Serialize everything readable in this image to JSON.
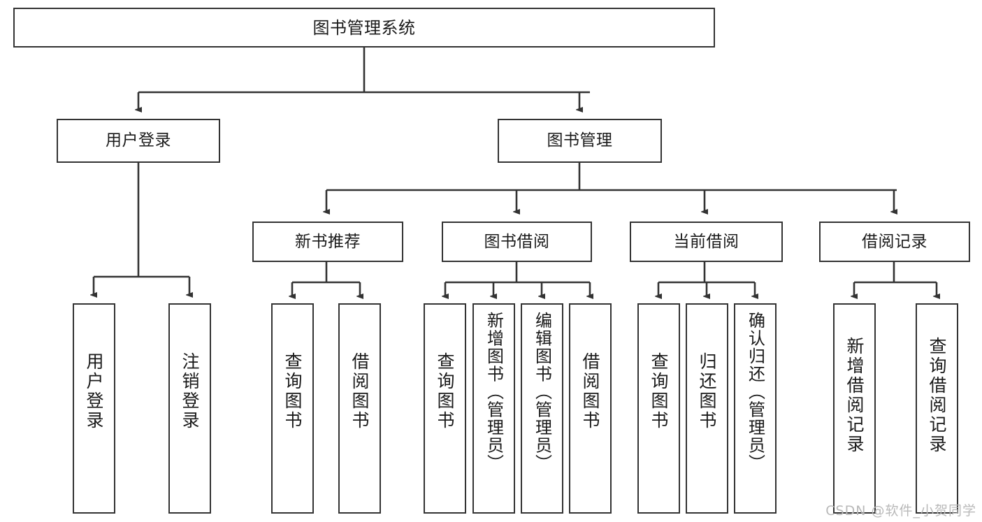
{
  "diagram": {
    "title": "图书管理系统",
    "type": "tree-hierarchy",
    "watermark": "CSDN @软件_小贺同学",
    "colors": {
      "box_border": "#333333",
      "box_fill": "#ffffff",
      "edge": "#333333",
      "text": "#1a1a1a",
      "watermark": "#b9b9b9"
    },
    "levels": [
      {
        "level": 1,
        "nodes": [
          "图书管理系统"
        ]
      },
      {
        "level": 2,
        "nodes": [
          "用户登录",
          "图书管理"
        ]
      },
      {
        "level": 3,
        "nodes": [
          "新书推荐",
          "图书借阅",
          "当前借阅",
          "借阅记录"
        ]
      },
      {
        "level": 4,
        "nodes": [
          "用户登录",
          "注销登录",
          "查询图书",
          "借阅图书",
          "查询图书",
          "新增图书（管理员）",
          "编辑图书（管理员）",
          "借阅图书",
          "查询图书",
          "归还图书",
          "确认归还（管理员）",
          "新增借阅记录",
          "查询借阅记录"
        ]
      }
    ],
    "nodes": {
      "root": {
        "label": "图书管理系统",
        "orientation": "horizontal"
      },
      "user_login": {
        "label": "用户登录",
        "orientation": "horizontal"
      },
      "book_manage": {
        "label": "图书管理",
        "orientation": "horizontal"
      },
      "new_book_rec": {
        "label": "新书推荐",
        "orientation": "horizontal"
      },
      "book_borrow": {
        "label": "图书借阅",
        "orientation": "horizontal"
      },
      "current_borrow": {
        "label": "当前借阅",
        "orientation": "horizontal"
      },
      "borrow_record": {
        "label": "借阅记录",
        "orientation": "horizontal"
      },
      "leaf_user_login": {
        "label": "用户登录",
        "orientation": "vertical"
      },
      "leaf_logout": {
        "label": "注销登录",
        "orientation": "vertical"
      },
      "leaf_query_book_1": {
        "label": "查询图书",
        "orientation": "vertical"
      },
      "leaf_borrow_book_1": {
        "label": "借阅图书",
        "orientation": "vertical"
      },
      "leaf_query_book_2": {
        "label": "查询图书",
        "orientation": "vertical"
      },
      "leaf_add_book": {
        "label": "新增图书（管理员）",
        "orientation": "vertical"
      },
      "leaf_edit_book": {
        "label": "编辑图书（管理员）",
        "orientation": "vertical"
      },
      "leaf_borrow_book_2": {
        "label": "借阅图书",
        "orientation": "vertical"
      },
      "leaf_query_book_3": {
        "label": "查询图书",
        "orientation": "vertical"
      },
      "leaf_return_book": {
        "label": "归还图书",
        "orientation": "vertical"
      },
      "leaf_confirm_return": {
        "label": "确认归还（管理员）",
        "orientation": "vertical"
      },
      "leaf_add_record": {
        "label": "新增借阅记录",
        "orientation": "vertical"
      },
      "leaf_query_record": {
        "label": "查询借阅记录",
        "orientation": "vertical"
      }
    },
    "edges": [
      {
        "from": "图书管理系统",
        "to": "用户登录"
      },
      {
        "from": "图书管理系统",
        "to": "图书管理"
      },
      {
        "from": "用户登录",
        "to": "用户登录"
      },
      {
        "from": "用户登录",
        "to": "注销登录"
      },
      {
        "from": "图书管理",
        "to": "新书推荐"
      },
      {
        "from": "图书管理",
        "to": "图书借阅"
      },
      {
        "from": "图书管理",
        "to": "当前借阅"
      },
      {
        "from": "图书管理",
        "to": "借阅记录"
      },
      {
        "from": "新书推荐",
        "to": "查询图书"
      },
      {
        "from": "新书推荐",
        "to": "借阅图书"
      },
      {
        "from": "图书借阅",
        "to": "查询图书"
      },
      {
        "from": "图书借阅",
        "to": "新增图书（管理员）"
      },
      {
        "from": "图书借阅",
        "to": "编辑图书（管理员）"
      },
      {
        "from": "图书借阅",
        "to": "借阅图书"
      },
      {
        "from": "当前借阅",
        "to": "查询图书"
      },
      {
        "from": "当前借阅",
        "to": "归还图书"
      },
      {
        "from": "当前借阅",
        "to": "确认归还（管理员）"
      },
      {
        "from": "借阅记录",
        "to": "新增借阅记录"
      },
      {
        "from": "借阅记录",
        "to": "查询借阅记录"
      }
    ]
  }
}
